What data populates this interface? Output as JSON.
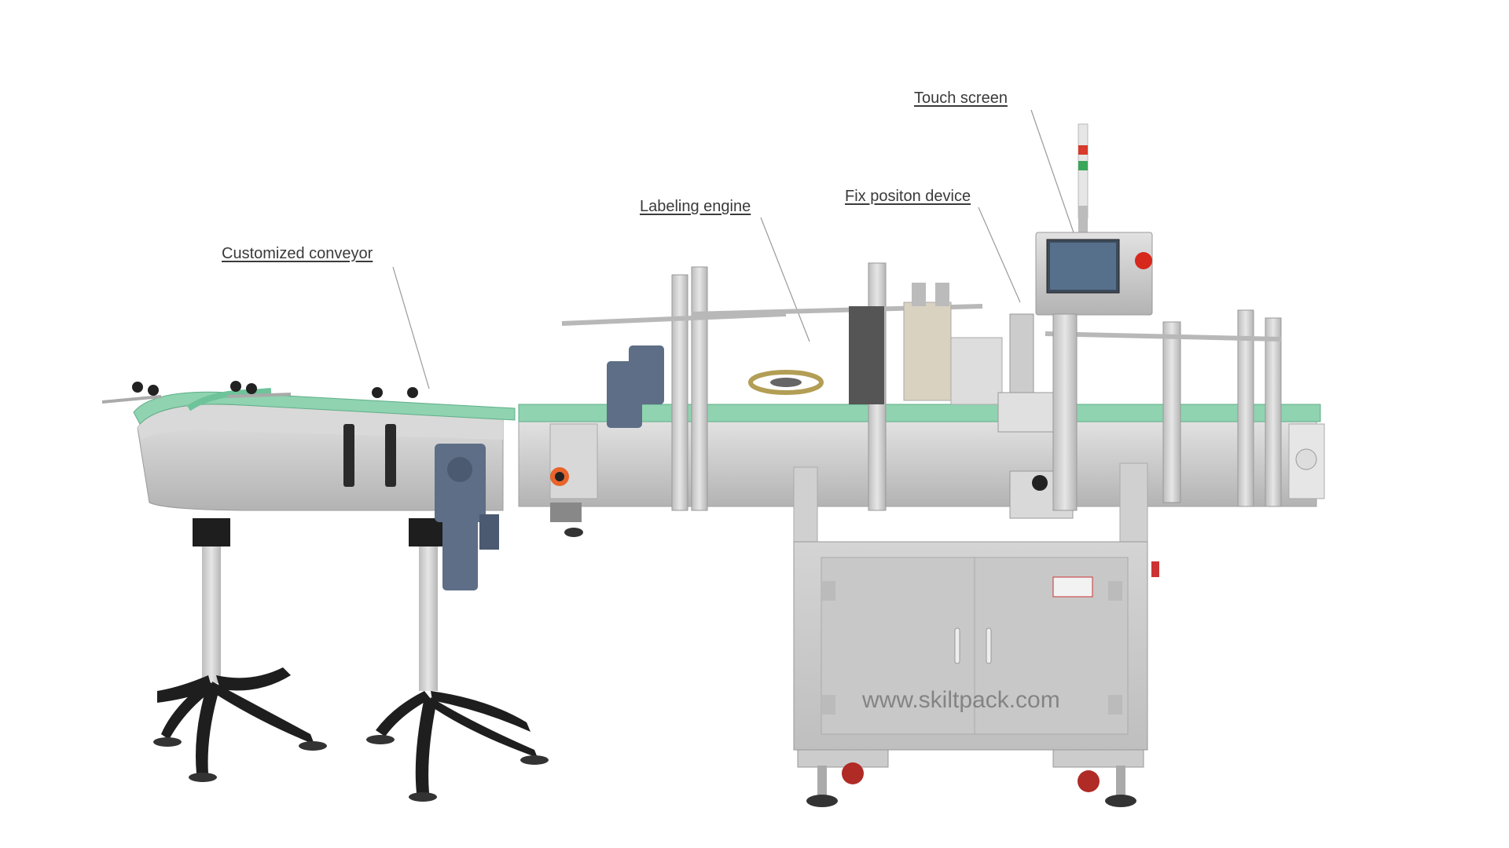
{
  "callouts": {
    "touch_screen": "Touch screen",
    "fix_position_device": "Fix positon device",
    "labeling_engine": "Labeling engine",
    "customized_conveyor": "Customized conveyor"
  },
  "watermark": "www.skiltpack.com",
  "colors": {
    "conveyor_belt": "#8fd3b0",
    "stainless": "#c9c9c9",
    "stainless_dark": "#a9a9a9",
    "motor_blue": "#5d6e86",
    "black_base": "#1e1e1e",
    "tower_red": "#d83a2c",
    "tower_green": "#3aa65a",
    "estop_red": "#d6281d",
    "handle_orange": "#e8642b",
    "caster_red": "#b02a26"
  }
}
